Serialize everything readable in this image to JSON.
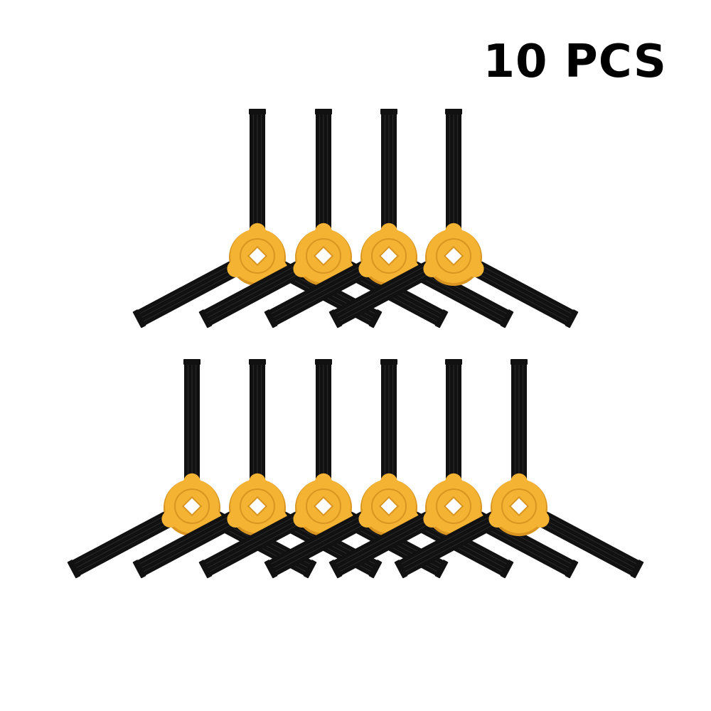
{
  "quantity_label": "10 PCS",
  "colors": {
    "background": "#ffffff",
    "bristle": "#111111",
    "bristle_highlight": "#2a2a2a",
    "hub": "#f5b333",
    "hub_shadow": "#d99520",
    "hub_center": "#ffffff"
  },
  "product": {
    "icon": "side-brush-icon",
    "rows": [
      {
        "brush_count": 4
      },
      {
        "brush_count": 6
      }
    ]
  }
}
